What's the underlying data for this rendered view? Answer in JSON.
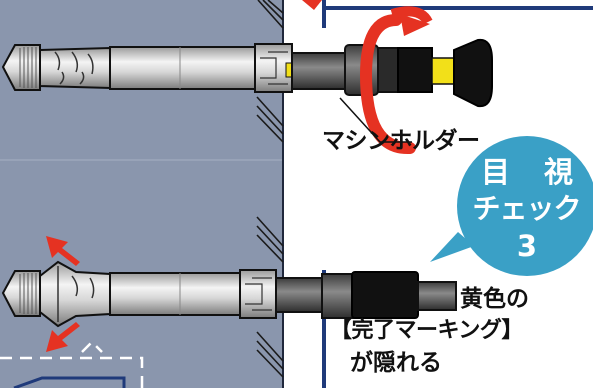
{
  "labels": {
    "holder": "マシンホルダー",
    "yellow": "黄色の",
    "mark": "【完了マーキング】",
    "hidden": "が隠れる"
  },
  "badge": {
    "line1": "目 視",
    "line2": "チェック",
    "line3": "3"
  },
  "colors": {
    "concrete": "#8a96ad",
    "frame": "#1f3a7a",
    "badge": "#3aa0c6",
    "arrow": "#e53222",
    "marking": "#f2e019",
    "metal": "#cfcfcf",
    "holder": "#6b6b6b"
  }
}
